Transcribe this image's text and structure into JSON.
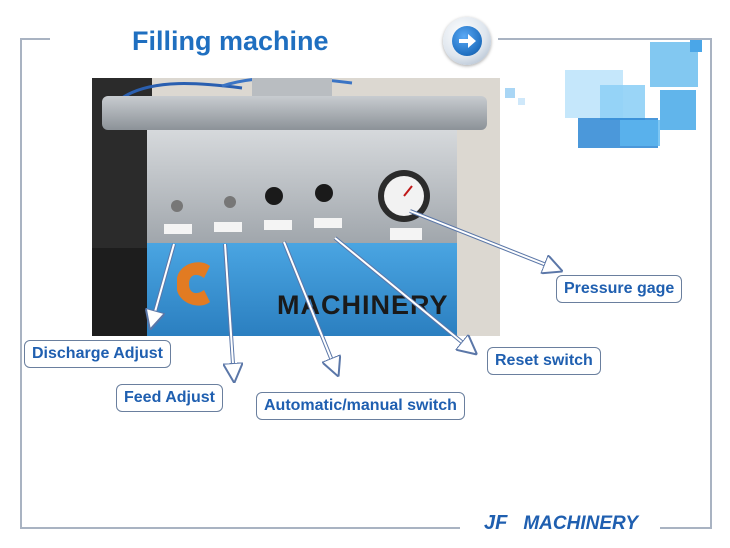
{
  "slide": {
    "title": "Filling machine",
    "footer": {
      "brand_mark": "JF",
      "brand_name": "MACHINERY"
    }
  },
  "photo": {
    "panel_text": "MACHINERY"
  },
  "callouts": {
    "discharge_adjust": "Discharge Adjust",
    "feed_adjust": "Feed Adjust",
    "auto_manual_switch": "Automatic/manual switch",
    "reset_switch": "Reset switch",
    "pressure_gage": "Pressure gage"
  },
  "colors": {
    "title": "#1f6fc0",
    "callout_text": "#1f5fb0",
    "panel_blue": "#3a95d6",
    "steel": "#b8bdc2"
  },
  "icons": {
    "nav_button": "right-arrow-icon"
  }
}
